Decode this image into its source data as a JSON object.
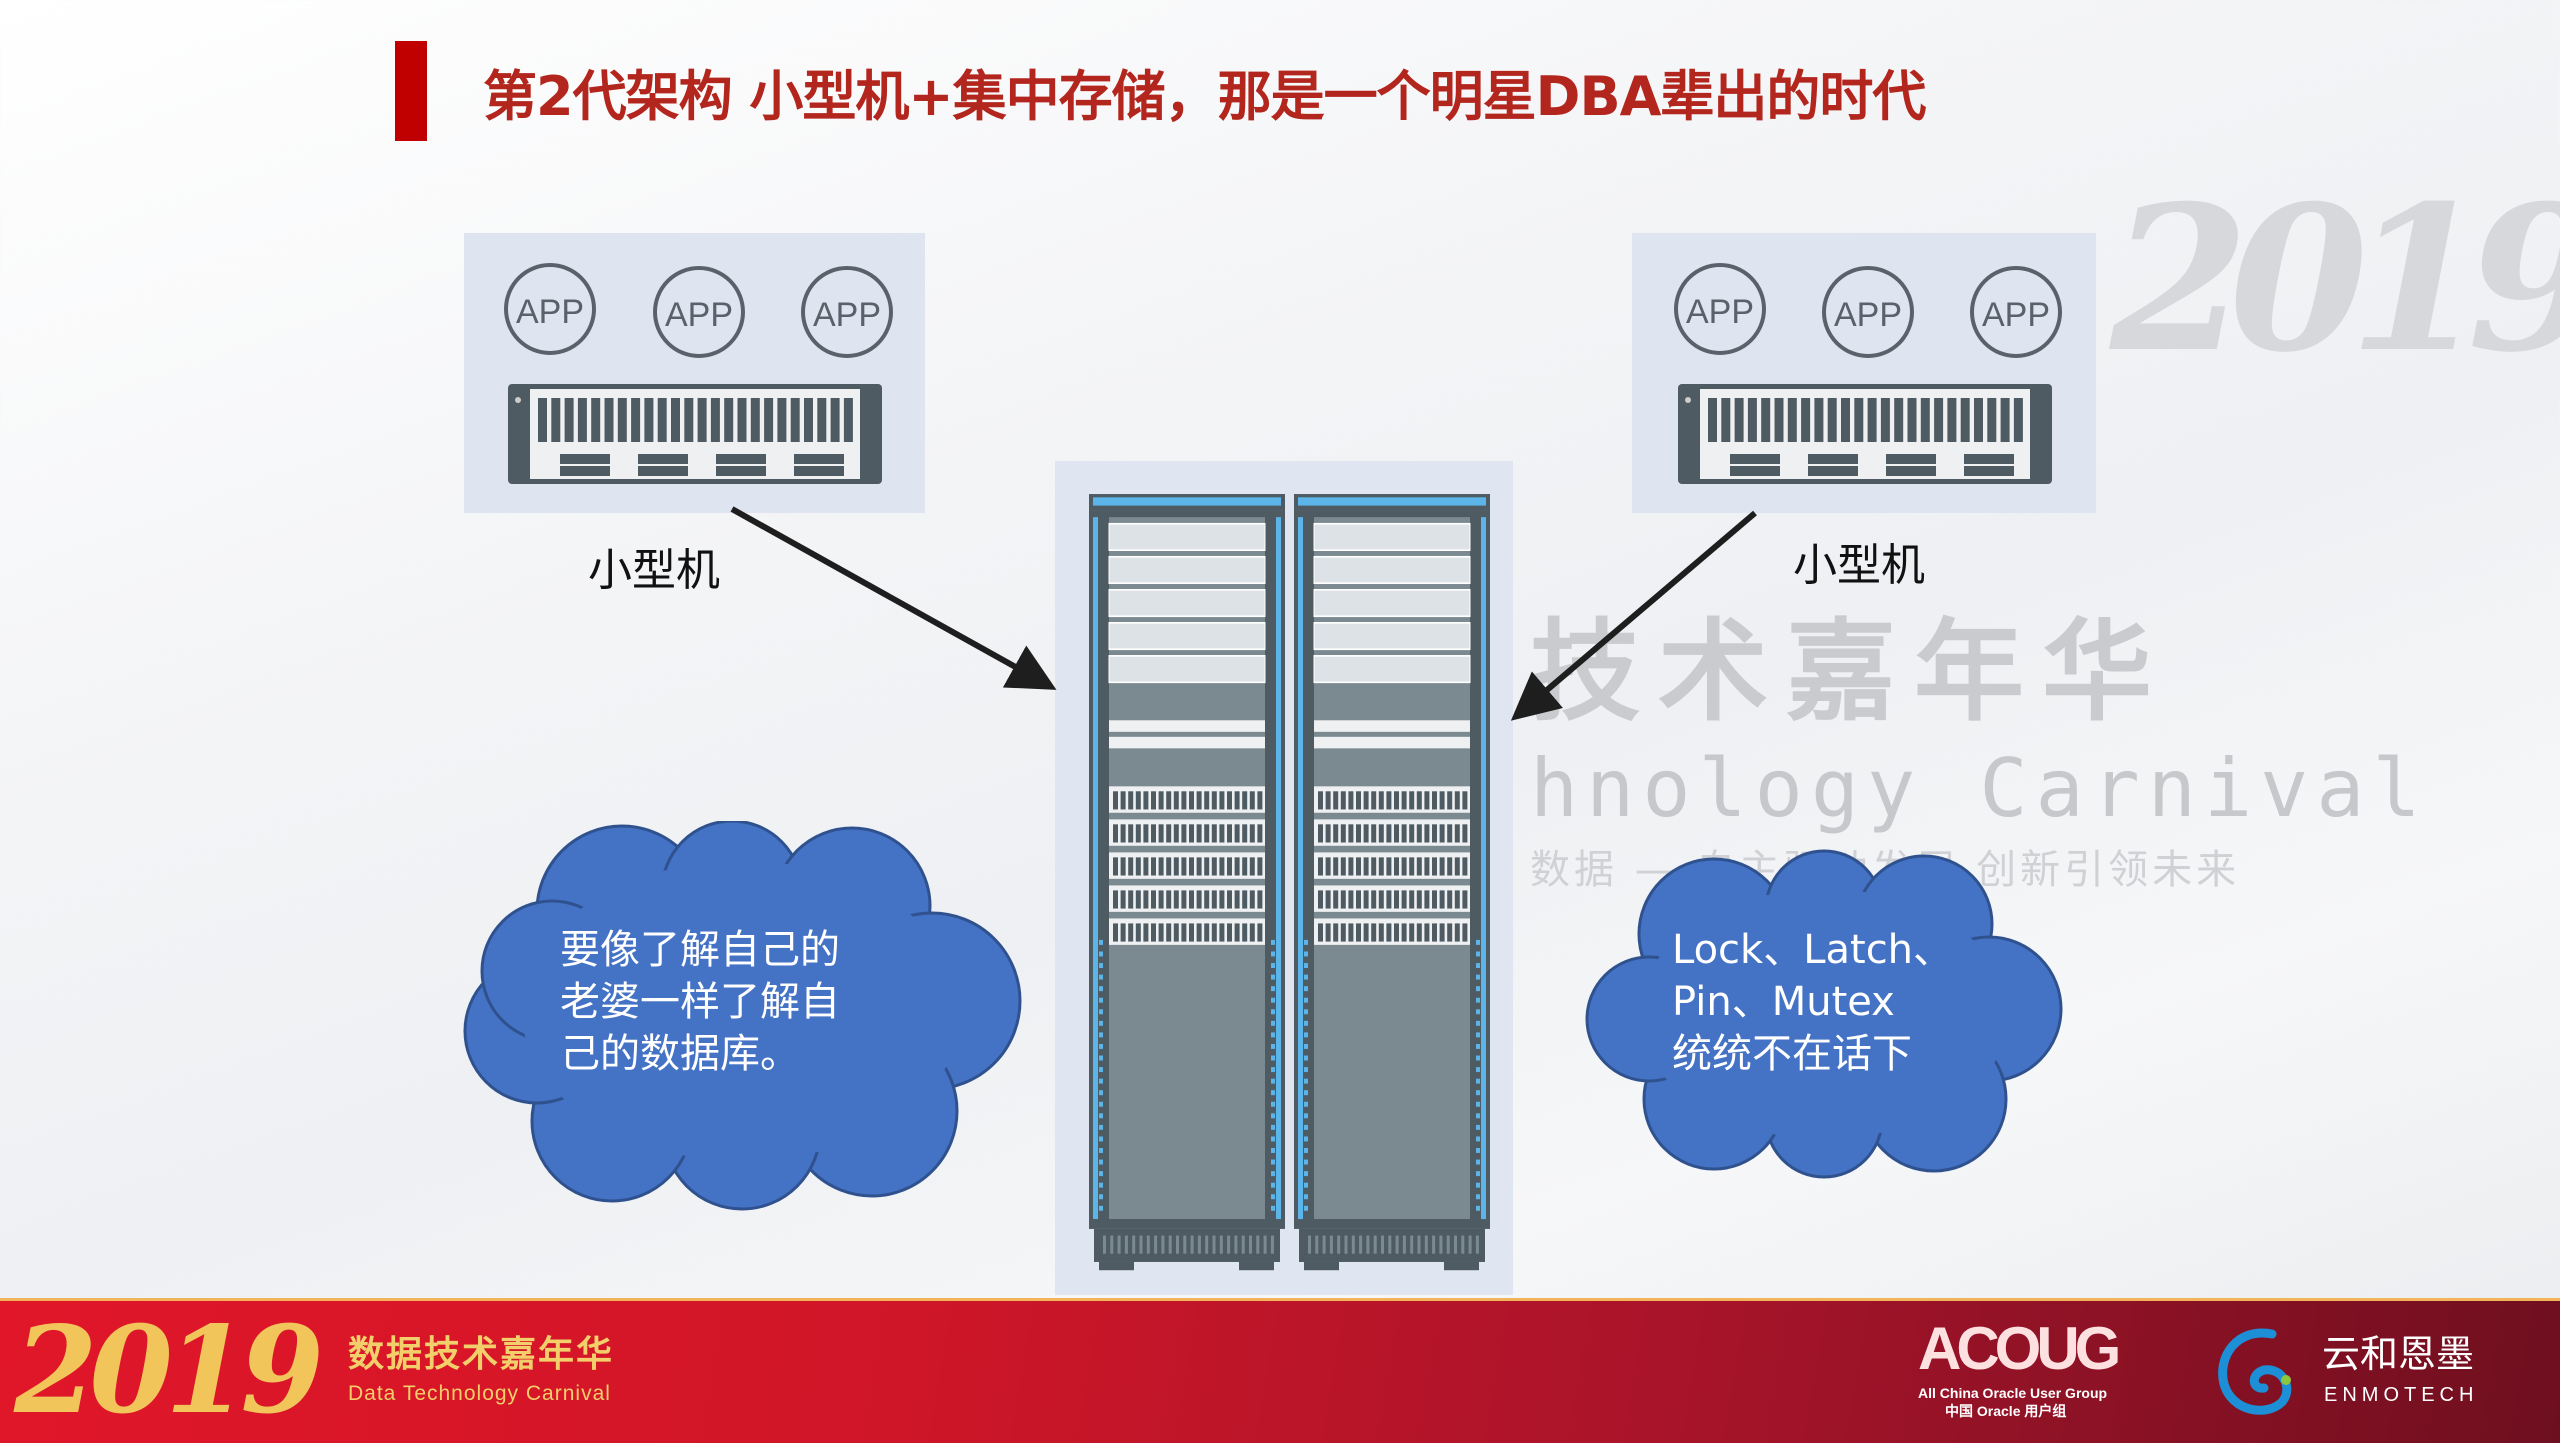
{
  "slide": {
    "title": "第2代架构 小型机+集中存储，那是一个明星DBA辈出的时代",
    "accent_color": "#c00000"
  },
  "watermark": {
    "year": "2019",
    "cn": "技术嘉年华",
    "en": "hnology Carnival",
    "sub": "数据 — 自主驱动发展 创新引领未来"
  },
  "left_machine": {
    "apps": [
      "APP",
      "APP",
      "APP"
    ],
    "label": "小型机"
  },
  "right_machine": {
    "apps": [
      "APP",
      "APP",
      "APP"
    ],
    "label": "小型机"
  },
  "storage": {
    "rack_count": 2,
    "icon": "server-rack-icon"
  },
  "clouds": {
    "left": {
      "lines": [
        "要像了解自己的",
        "老婆一样了解自",
        "己的数据库。"
      ],
      "color": "#4472c4"
    },
    "right": {
      "lines": [
        "Lock、Latch、",
        "Pin、Mutex",
        "统统不在话下"
      ],
      "color": "#4472c4"
    }
  },
  "footer": {
    "year_logo": "2019",
    "event_cn": "数据技术嘉年华",
    "event_en": "Data Technology Carnival",
    "acoug": "ACOUG",
    "acoug_sub": "All China Oracle User Group",
    "acoug_sub_cn": "中国 Oracle 用户组",
    "enmotech_cn": "云和恩墨",
    "enmotech_en": "ENMOTECH"
  }
}
